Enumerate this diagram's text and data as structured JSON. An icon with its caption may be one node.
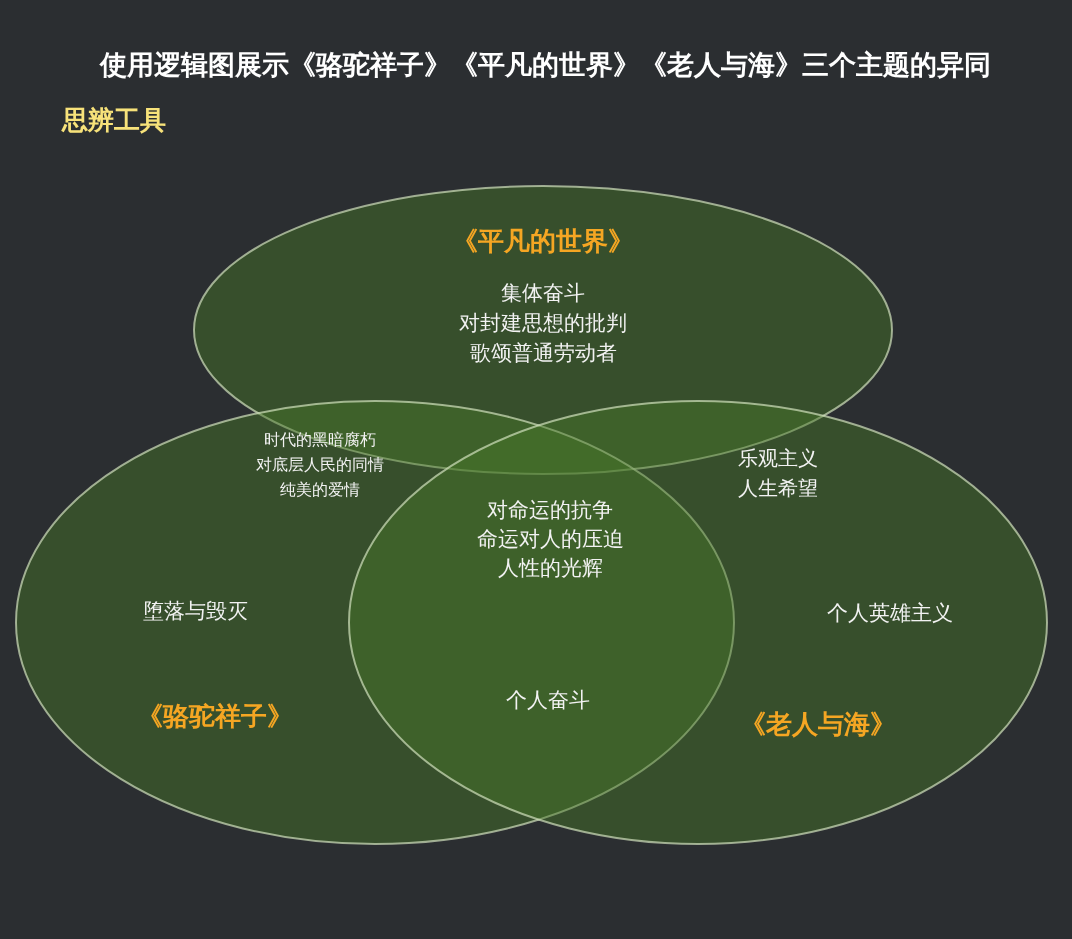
{
  "diagram": {
    "title": "使用逻辑图展示《骆驼祥子》《平凡的世界》《老人与海》三个主题的异同",
    "nodes": [
      {
        "text": [
          "《平凡的世界》",
          "集体奋斗",
          "对封建思想的批判",
          "歌颂普通劳动者"
        ]
      },
      {
        "text": [
          "堕落与毁灭",
          "《骆驼祥子》"
        ]
      },
      {
        "text": [
          "个人英雄主义",
          "《老人与海》"
        ]
      }
    ],
    "edges": [],
    "labels": [
      "思辨工具",
      "时代的黑暗腐朽",
      "对底层人民的同情",
      "纯美的爱情",
      "乐观主义",
      "人生希望",
      "对命运的抗争",
      "命运对人的压迫",
      "人性的光辉",
      "个人奋斗"
    ]
  }
}
